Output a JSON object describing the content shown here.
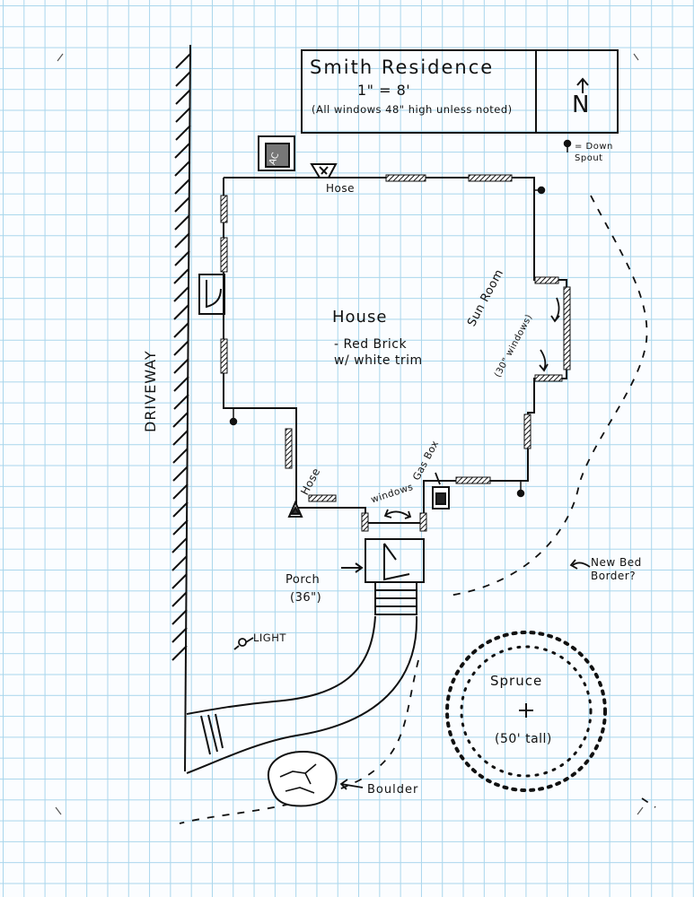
{
  "title_block": {
    "name": "Smith Residence",
    "scale": "1\" = 8'",
    "note": "(All windows 48\" high unless noted)"
  },
  "north_arrow": {
    "letter": "N",
    "icon": "north-arrow-icon"
  },
  "legend": {
    "downspout": "= Down Spout",
    "icon": "downspout-icon"
  },
  "labels": {
    "house": "House",
    "house_material": "- Red Brick w/ white trim",
    "sunroom": "Sun Room",
    "sunroom_note": "(30\" windows)",
    "hose_top": "Hose",
    "hose_side": "Hose",
    "windows": "windows",
    "gas_box": "Gas Box",
    "ac": "AC",
    "porch": "Porch",
    "porch_size": "(36\")",
    "driveway": "DRIVEWAY",
    "light": "LIGHT",
    "new_bed_border": "New Bed Border?",
    "spruce": "Spruce",
    "spruce_size": "(50' tall)",
    "boulder": "Boulder"
  },
  "colors": {
    "ink": "#111111",
    "grid": "#a9d6ec",
    "paper": "#fbfdff"
  }
}
